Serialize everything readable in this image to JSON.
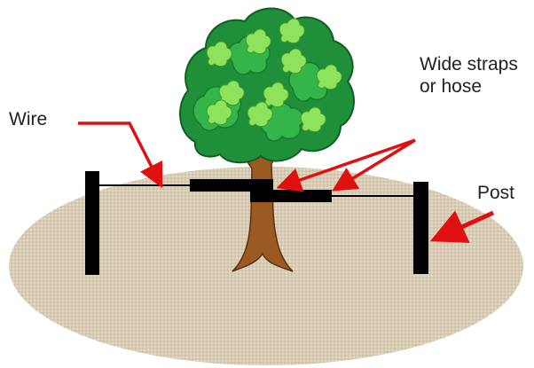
{
  "labels": {
    "wire": "Wire",
    "straps_line1": "Wide straps",
    "straps_line2": "or hose",
    "post": "Post"
  },
  "colors": {
    "ground": "#d8ccb4",
    "trunk": "#9b5a22",
    "foliage_dark": "#1f8f3a",
    "foliage_mid": "#33b54a",
    "foliage_light": "#8fe35c",
    "post": "#000000",
    "arrow": "#e01010"
  }
}
